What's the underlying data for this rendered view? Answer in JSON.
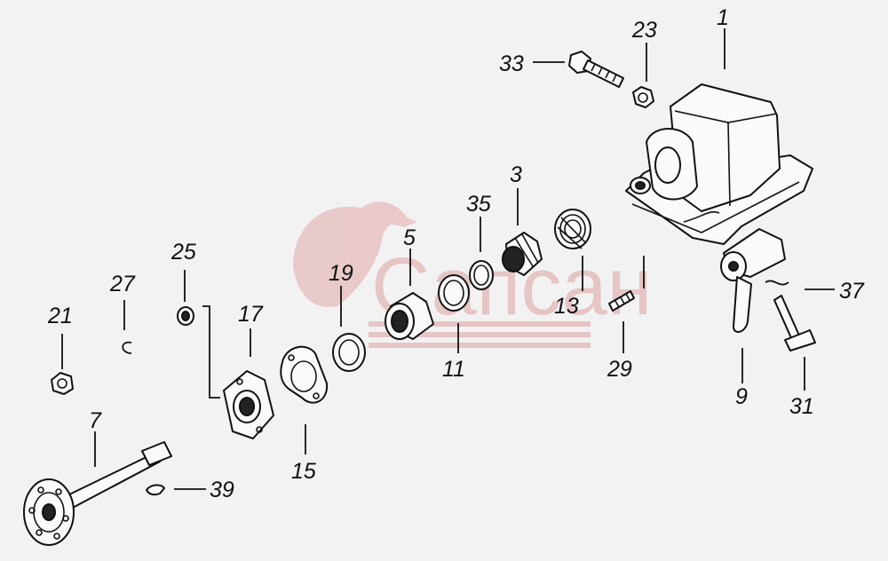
{
  "watermark": {
    "text": "Сапсан",
    "color": "#d9a0a0"
  },
  "callouts": [
    {
      "id": "1",
      "text": "1"
    },
    {
      "id": "3",
      "text": "3"
    },
    {
      "id": "5",
      "text": "5"
    },
    {
      "id": "7",
      "text": "7"
    },
    {
      "id": "9",
      "text": "9"
    },
    {
      "id": "11",
      "text": "11"
    },
    {
      "id": "13",
      "text": "13"
    },
    {
      "id": "15",
      "text": "15"
    },
    {
      "id": "17",
      "text": "17"
    },
    {
      "id": "19",
      "text": "19"
    },
    {
      "id": "21",
      "text": "21"
    },
    {
      "id": "23",
      "text": "23"
    },
    {
      "id": "25",
      "text": "25"
    },
    {
      "id": "27",
      "text": "27"
    },
    {
      "id": "29",
      "text": "29"
    },
    {
      "id": "31",
      "text": "31"
    },
    {
      "id": "33",
      "text": "33"
    },
    {
      "id": "35",
      "text": "35"
    },
    {
      "id": "37",
      "text": "37"
    },
    {
      "id": "39",
      "text": "39"
    }
  ]
}
